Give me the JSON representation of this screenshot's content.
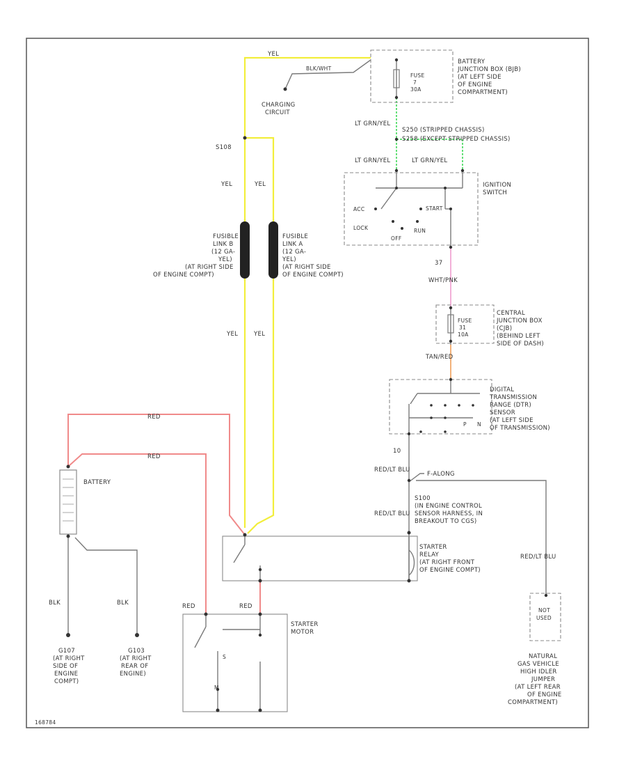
{
  "colors": {
    "yellow_wire": "#f2ee3b",
    "red_wire": "#f08a8a",
    "green_wire": "#66e07a",
    "pink_wire": "#f2b0d8",
    "orange_wire": "#f2b27a",
    "gray_wire": "#7a7a7a",
    "fusible_link": "#222222"
  },
  "wires": {
    "yel_top": "YEL",
    "yel_left_upper": "YEL",
    "yel_right_upper": "YEL",
    "yel_left_lower": "YEL",
    "yel_right_lower": "YEL",
    "red_upper": "RED",
    "red_lower": "RED",
    "lt_grn_main": "LT GRN/YEL",
    "lt_grn_left": "LT GRN/YEL",
    "lt_grn_right": "LT GRN/YEL",
    "wire_37": "37",
    "wht_pnk": "WHT/PNK",
    "tan_red": "TAN/RED",
    "wire_10": "10",
    "red_lt_blu_upper": "RED/LT BLU",
    "red_lt_blu_lower": "RED/LT BLU",
    "red_lt_blu_right": "RED/LT BLU",
    "blk_left": "BLK",
    "blk_right": "BLK",
    "red_starter_left": "RED",
    "red_starter_right": "RED",
    "blk_wht": "BLK/WHT",
    "green_to_f": "F-ALONG"
  },
  "splices": {
    "s108": "S108",
    "s250": "S250 (STRIPPED CHASSIS)",
    "s258": "S258 (EXCEPT STRIPPED CHASSIS)",
    "s100": [
      "S100",
      "(IN ENGINE CONTROL",
      "SENSOR HARNESS, IN",
      "BREAKOUT TO CGS)"
    ]
  },
  "components": {
    "charging_circuit": [
      "CHARGING",
      "CIRCUIT"
    ],
    "battery_jb": [
      "BATTERY",
      "JUNCTION BOX (BJB)",
      "(AT LEFT SIDE",
      "OF ENGINE",
      "COMPARTMENT)"
    ],
    "bjb_fuse": [
      "FUSE",
      "7",
      "30A"
    ],
    "ignition_switch": [
      "IGNITION",
      "SWITCH"
    ],
    "switch_positions": {
      "acc": "ACC",
      "start": "START",
      "lock": "LOCK",
      "run": "RUN",
      "off": "OFF"
    },
    "fusible_link_b": [
      "FUSIBLE",
      "LINK B",
      "(12 GA-",
      "YEL)",
      "(AT RIGHT SIDE",
      "OF ENGINE COMPT)"
    ],
    "fusible_link_a": [
      "FUSIBLE",
      "LINK A",
      "(12 GA-",
      "YEL)",
      "(AT RIGHT SIDE",
      "OF ENGINE COMPT)"
    ],
    "central_jb": [
      "CENTRAL",
      "JUNCTION BOX",
      "(CJB)",
      "(BEHIND LEFT",
      "SIDE OF DASH)"
    ],
    "cjb_fuse": [
      "FUSE",
      "31",
      "10A"
    ],
    "trs_sensor": [
      "DIGITAL",
      "TRANSMISSION",
      "RANGE (DTR)",
      "SENSOR",
      "(AT LEFT SIDE",
      "OF TRANSMISSION)"
    ],
    "trs_positions": {
      "p": "P",
      "n": "N"
    },
    "battery": "BATTERY",
    "starter_relay": [
      "STARTER",
      "RELAY",
      "(AT RIGHT FRONT",
      "OF ENGINE COMPT)"
    ],
    "starter_motor": [
      "STARTER",
      "MOTOR"
    ],
    "starter_marks": {
      "s": "S",
      "m": "M"
    },
    "not_used": [
      "NOT",
      "USED"
    ],
    "ngv_jumper": [
      "NATURAL",
      "GAS VEHICLE",
      "HIGH IDLER",
      "JUMPER",
      "(AT LEFT REAR",
      "OF ENGINE",
      "COMPARTMENT)"
    ],
    "g107": [
      "G107",
      "(AT RIGHT",
      "SIDE OF",
      "ENGINE",
      "COMPT)"
    ],
    "g103": [
      "G103",
      "(AT RIGHT",
      "REAR OF",
      "ENGINE)"
    ]
  },
  "figure_id": "168784"
}
